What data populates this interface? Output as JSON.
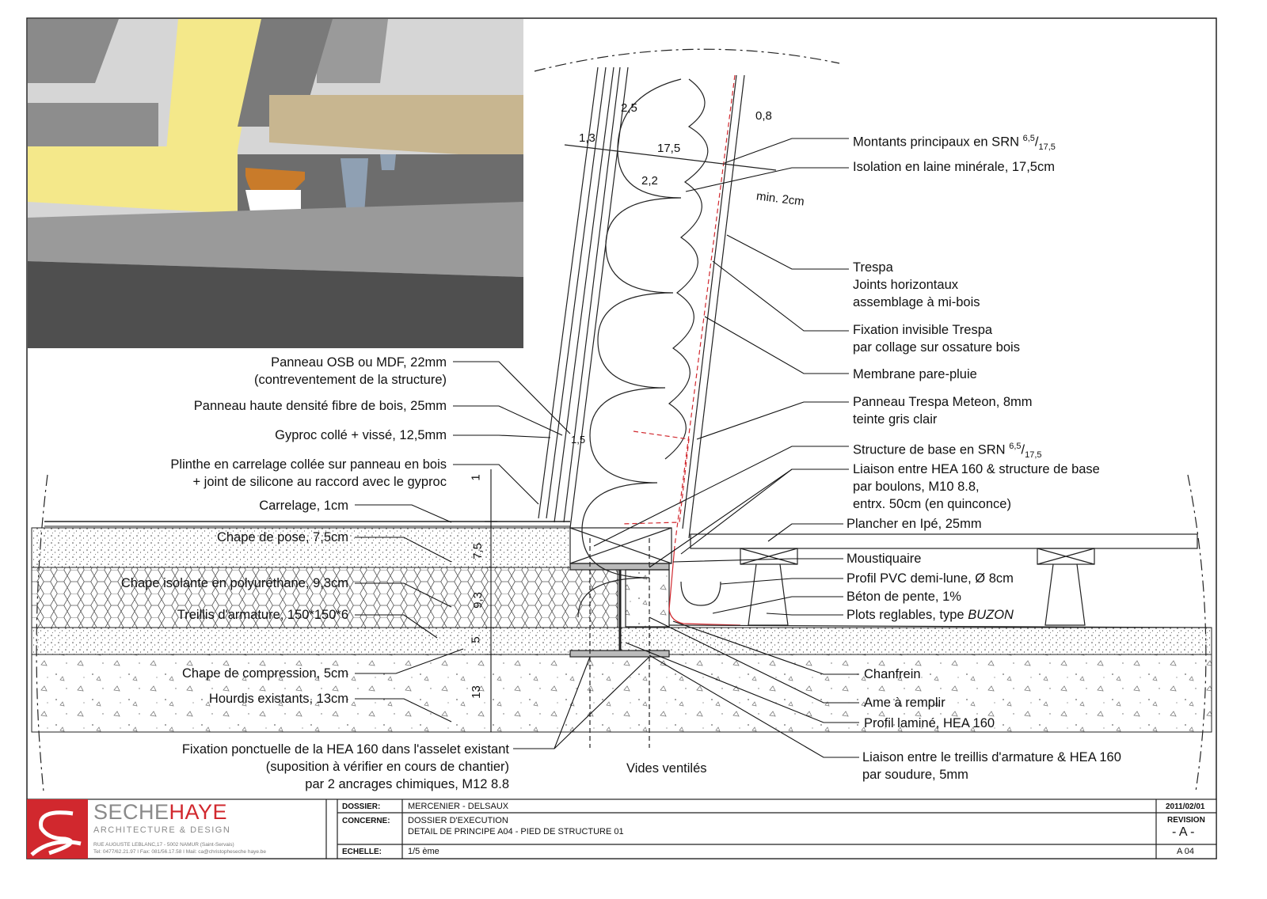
{
  "labels_left": {
    "osb": [
      "Panneau OSB ou MDF, 22mm",
      "(contreventement de la structure)"
    ],
    "fibre": "Panneau haute densité fibre de bois, 25mm",
    "gyproc": "Gyproc collé + vissé, 12,5mm",
    "plinthe": [
      "Plinthe en carrelage collée sur panneau en bois",
      "+ joint de silicone au raccord avec le gyproc"
    ],
    "carrelage": "Carrelage, 1cm",
    "chape_pose": "Chape de pose, 7,5cm",
    "chape_isolante": "Chape isolante en polyuréthane, 9,3cm",
    "treillis": "Treillis d'armature, 150*150*6",
    "chape_compression": "Chape de compression, 5cm",
    "hourdis": "Hourdis existants, 13cm",
    "fixation": [
      "Fixation ponctuelle de la HEA 160 dans l'asselet existant",
      "(suposition à vérifier en cours de chantier)",
      "par 2 ancrages chimiques, M12 8.8"
    ]
  },
  "labels_right": {
    "montants": "Montants principaux en SRN",
    "montants_frac_num": "6,5",
    "montants_frac_den": "17,5",
    "isolation": "Isolation en laine minérale, 17,5cm",
    "trespa": [
      "Trespa",
      "Joints horizontaux",
      "assemblage à mi-bois"
    ],
    "fixation_invisible": [
      "Fixation invisible Trespa",
      "par collage sur ossature bois"
    ],
    "membrane": "Membrane pare-pluie",
    "panneau_trespa": [
      "Panneau Trespa Meteon, 8mm",
      "teinte gris clair"
    ],
    "structure_base": "Structure de base en SRN",
    "structure_frac_num": "6,5",
    "structure_frac_den": "17,5",
    "liaison_hea": [
      "Liaison entre HEA 160 & structure de base",
      "par boulons, M10 8.8,",
      "entrx. 50cm (en quinconce)"
    ],
    "plancher": "Plancher en Ipé, 25mm",
    "moustiquaire": "Moustiquaire",
    "profil_pvc": "Profil PVC demi-lune, Ø 8cm",
    "beton": "Béton de pente, 1%",
    "plots": "Plots reglables, type",
    "plots_brand": "BUZON",
    "chanfrein": "Chanfrein",
    "ame": "Ame à remplir",
    "profil_lamine": "Profil laminé, HEA 160",
    "liaison_treillis": [
      "Liaison entre le treillis d'armature & HEA 160",
      "par soudure, 5mm"
    ]
  },
  "vides": "Vides ventilés",
  "dimensions": {
    "d25": "2,5",
    "d13": "1,3",
    "d175": "17,5",
    "d22": "2,2",
    "d08": "0,8",
    "min2": "min. 2cm",
    "d15": "1,5",
    "v1": "1",
    "v75": "7,5",
    "v93": "9,3",
    "v5": "5",
    "v13": "13"
  },
  "title_block": {
    "firm_a": "SECHE",
    "firm_b": "HAYE",
    "firm_sub": "ARCHITECTURE & DESIGN",
    "address": "RUE AUGUSTE LEBLANC,17 - 5002 NAMUR (Saint-Servais)",
    "contact": "Tel: 0477/62.21.97   I   Fax: 081/56.17.58   I   Mail: ca@christopheseche haye.be",
    "dossier_label": "DOSSIER:",
    "dossier_value": "MERCENIER - DELSAUX",
    "concerne_label": "CONCERNE:",
    "concerne_line1": "DOSSIER D'EXECUTION",
    "concerne_line2": "DETAIL DE PRINCIPE A04 - PIED DE STRUCTURE 01",
    "echelle_label": "ECHELLE:",
    "echelle_value": "1/5 ème",
    "date": "2011/02/01",
    "revision_label": "REVISION",
    "revision_value": "- A -",
    "sheet": "A 04"
  },
  "colors": {
    "accent_red": "#d1282e",
    "insulation_yellow": "#f4e88a",
    "deck_wood": "#c8b690",
    "render_grey": "#9a9a9a"
  }
}
